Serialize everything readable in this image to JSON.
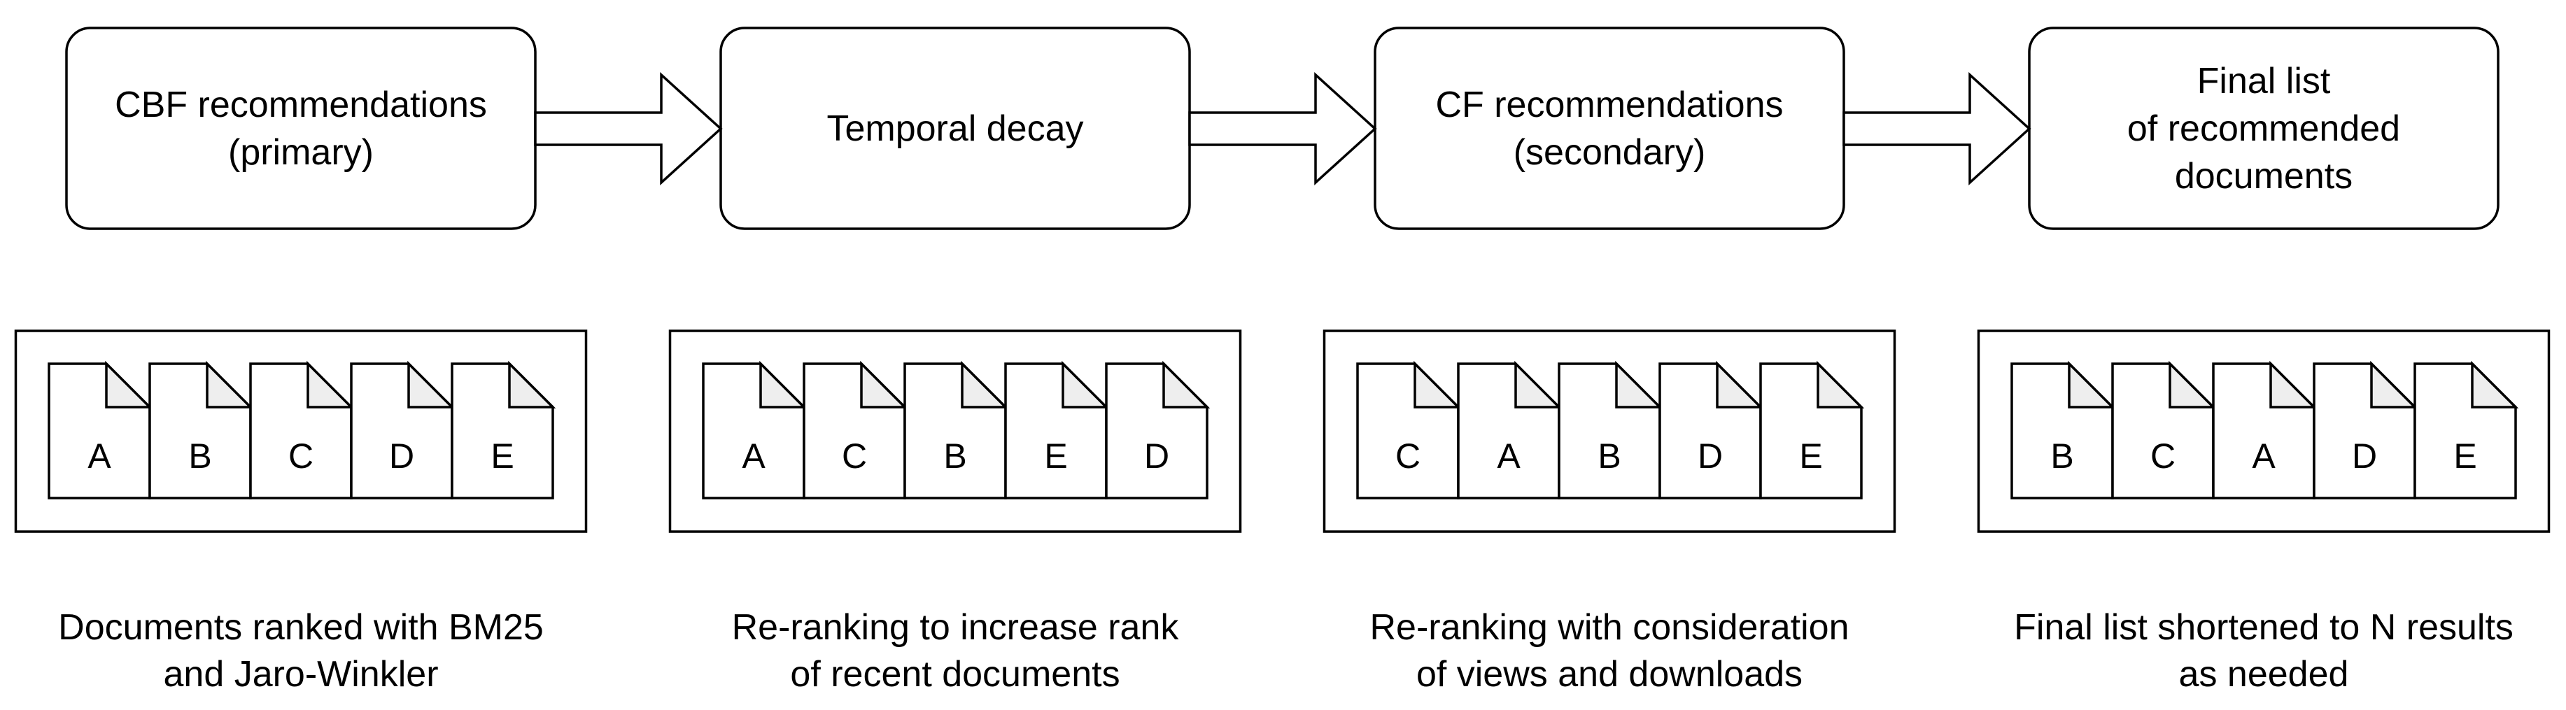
{
  "stages": [
    {
      "lines": [
        "CBF recommendations",
        "(primary)"
      ]
    },
    {
      "lines": [
        "Temporal decay"
      ]
    },
    {
      "lines": [
        "CF recommendations",
        "(secondary)"
      ]
    },
    {
      "lines": [
        "Final list",
        "of recommended",
        "documents"
      ]
    }
  ],
  "doc_lists": [
    [
      "A",
      "B",
      "C",
      "D",
      "E"
    ],
    [
      "A",
      "C",
      "B",
      "E",
      "D"
    ],
    [
      "C",
      "A",
      "B",
      "D",
      "E"
    ],
    [
      "B",
      "C",
      "A",
      "D",
      "E"
    ]
  ],
  "captions": [
    {
      "lines": [
        "Documents ranked with BM25",
        "and Jaro-Winkler"
      ]
    },
    {
      "lines": [
        "Re-ranking to increase rank",
        "of recent documents"
      ]
    },
    {
      "lines": [
        "Re-ranking with consideration",
        "of views and downloads"
      ]
    },
    {
      "lines": [
        "Final list shortened to N results",
        "as needed"
      ]
    }
  ],
  "colors": {
    "stroke": "#000000",
    "box_fill": "#ffffff",
    "doc_fold_fill": "#eeeeee",
    "text": "#000000"
  }
}
